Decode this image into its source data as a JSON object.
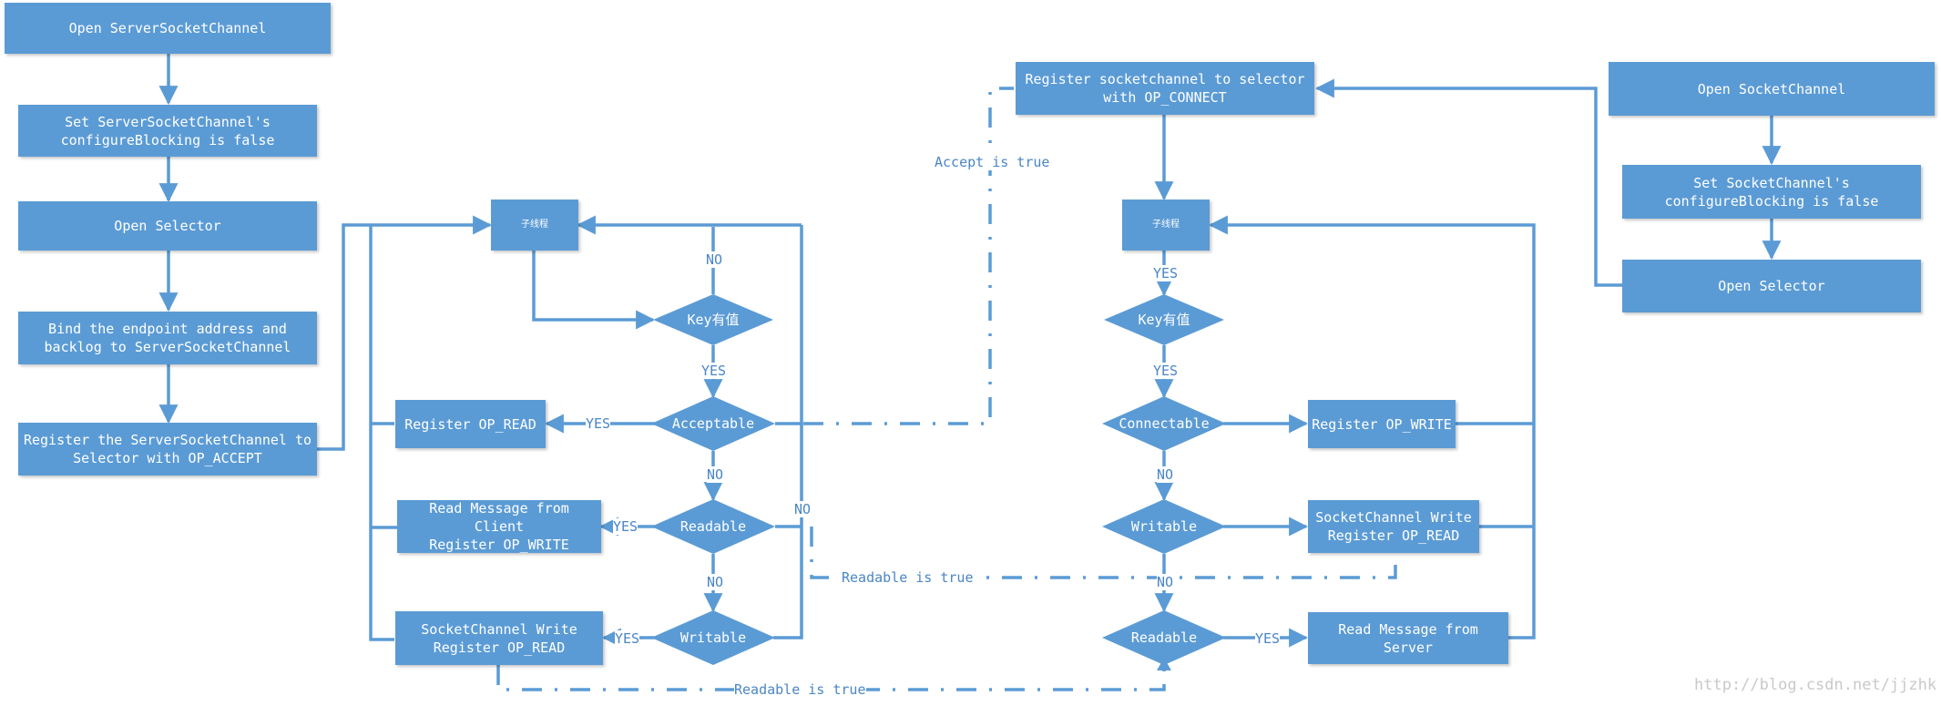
{
  "colors": {
    "box_fill": "#5b9bd5",
    "line": "#5b9bd5",
    "label_text": "#4a86c5",
    "watermark": "#c9c9c9"
  },
  "server": {
    "open_server_socket_channel": "Open ServerSocketChannel",
    "configure_blocking": "Set ServerSocketChannel's\nconfigureBlocking is false",
    "open_selector": "Open Selector",
    "bind_address": "Bind the endpoint address and\nbacklog to ServerSocketChannel",
    "register_accept": "Register the ServerSocketChannel to\nSelector with OP_ACCEPT",
    "sub_thread": "子线程",
    "key_has_value": "Key有值",
    "acceptable": "Acceptable",
    "readable": "Readable",
    "writable": "Writable",
    "register_read": "Register OP_READ",
    "read_message_client": "Read Message from Client\nRegister OP_WRITE",
    "socket_write_register_read": "SocketChannel Write\nRegister OP_READ"
  },
  "client": {
    "open_socket_channel": "Open SocketChannel",
    "configure_blocking": "Set SocketChannel's\nconfigureBlocking is false",
    "open_selector": "Open Selector",
    "register_connect": "Register socketchannel to selector\nwith OP_CONNECT",
    "sub_thread": "子线程",
    "key_has_value": "Key有值",
    "connectable": "Connectable",
    "writable": "Writable",
    "readable": "Readable",
    "register_write": "Register OP_WRITE",
    "socket_write_register_read": "SocketChannel Write\nRegister OP_READ",
    "read_message_server": "Read Message from Server"
  },
  "labels": {
    "yes": "YES",
    "no": "NO",
    "accept_is_true": "Accept is true",
    "readable_is_true_1": "Readable is true",
    "readable_is_true_2": "Readable is true"
  },
  "watermark": "http://blog.csdn.net/jjzhk"
}
